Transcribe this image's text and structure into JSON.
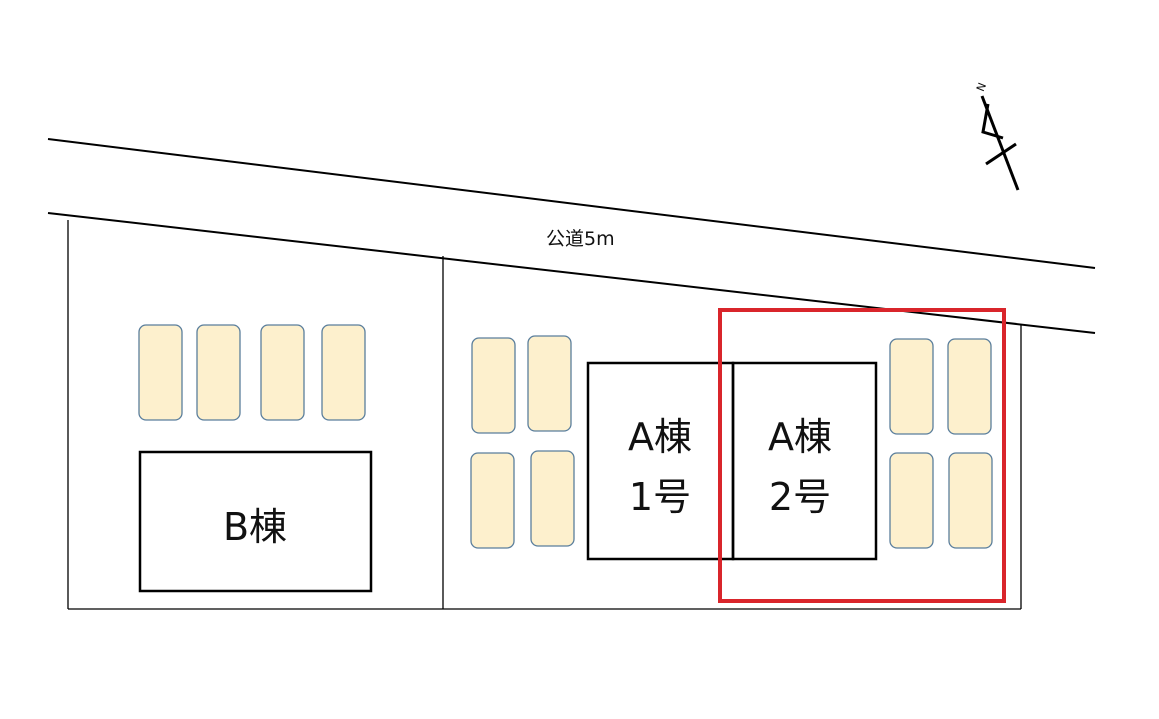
{
  "road": {
    "label": "公道5m"
  },
  "north_marker": {
    "letter": "N",
    "icon": "north-arrow-icon"
  },
  "buildings": {
    "b": {
      "label": "B棟"
    },
    "a1": {
      "line1": "A棟",
      "line2": "1号"
    },
    "a2": {
      "line1": "A棟",
      "line2": "2号"
    }
  },
  "highlight": {
    "target": "A棟 2号",
    "color": "#d9252b"
  },
  "colors": {
    "parking": "#fdf0cd",
    "parking_border": "#5a7e9c",
    "outline": "#000000"
  }
}
